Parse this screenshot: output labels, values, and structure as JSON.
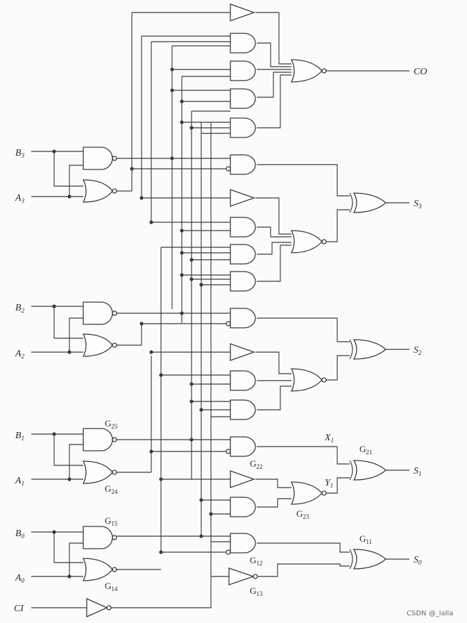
{
  "inputs": {
    "b3": {
      "base": "B",
      "sub": "3"
    },
    "a3": {
      "base": "A",
      "sub": "3"
    },
    "b2": {
      "base": "B",
      "sub": "2"
    },
    "a2": {
      "base": "A",
      "sub": "2"
    },
    "b1": {
      "base": "B",
      "sub": "1"
    },
    "a1": {
      "base": "A",
      "sub": "1"
    },
    "b0": {
      "base": "B",
      "sub": "0"
    },
    "a0": {
      "base": "A",
      "sub": "0"
    },
    "ci": "CI"
  },
  "outputs": {
    "co": "CO",
    "s3": {
      "base": "S",
      "sub": "3"
    },
    "s2": {
      "base": "S",
      "sub": "2"
    },
    "s1": {
      "base": "S",
      "sub": "1"
    },
    "s0": {
      "base": "S",
      "sub": "0"
    }
  },
  "gates": {
    "g25": {
      "base": "G",
      "sub": "25"
    },
    "g24": {
      "base": "G",
      "sub": "24"
    },
    "g22": {
      "base": "G",
      "sub": "22"
    },
    "g21": {
      "base": "G",
      "sub": "21"
    },
    "g23": {
      "base": "G",
      "sub": "23"
    },
    "g15": {
      "base": "G",
      "sub": "15"
    },
    "g14": {
      "base": "G",
      "sub": "14"
    },
    "g12": {
      "base": "G",
      "sub": "12"
    },
    "g13": {
      "base": "G",
      "sub": "13"
    },
    "g11": {
      "base": "G",
      "sub": "11"
    }
  },
  "signals": {
    "x1": {
      "base": "X",
      "sub": "1"
    },
    "y1": {
      "base": "Y",
      "sub": "1"
    }
  },
  "watermark": "CSDN @_lalla"
}
